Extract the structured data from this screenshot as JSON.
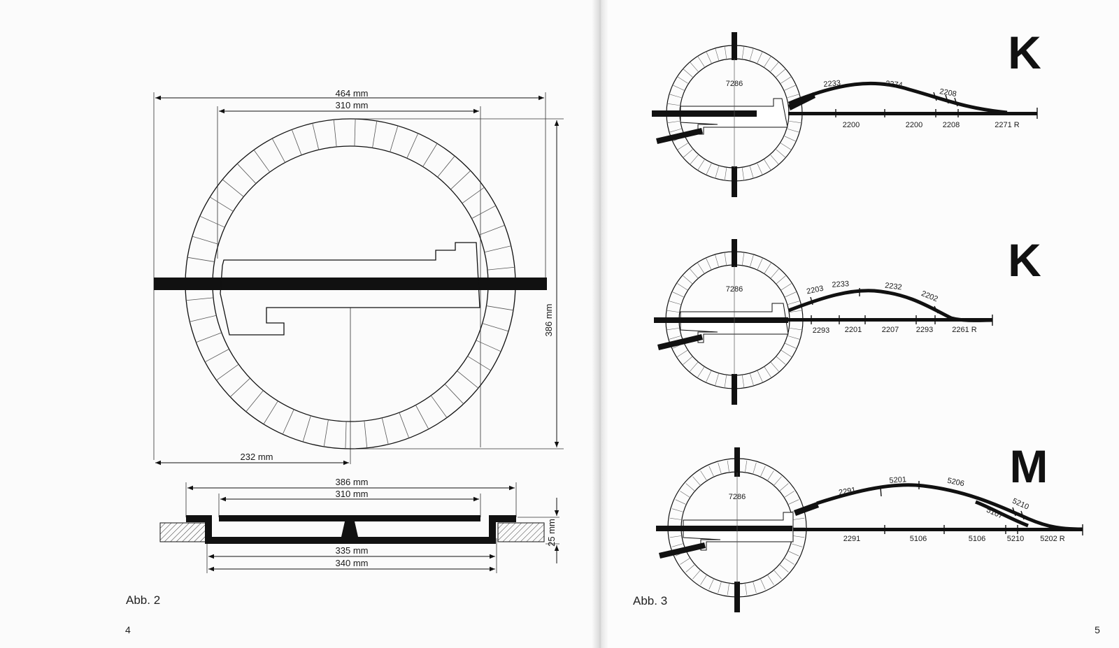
{
  "left_page": {
    "top_view": {
      "dim_overall": "464 mm",
      "dim_bridge": "310 mm",
      "dim_height": "386 mm",
      "dim_radius": "232 mm"
    },
    "side_view": {
      "dim_top_outer": "386 mm",
      "dim_top_inner": "310 mm",
      "dim_bottom_inner": "335 mm",
      "dim_bottom_outer": "340 mm",
      "dim_depth": "25 mm"
    },
    "caption": "Abb. 2",
    "page_number": "4"
  },
  "right_page": {
    "caption": "Abb. 3",
    "page_number": "5",
    "layouts": [
      {
        "letter": "K",
        "turntable": "7286",
        "upper_labels": [
          "2233",
          "2274",
          "2208"
        ],
        "lower_labels": [
          "2200",
          "2200",
          "2208",
          "2271 R"
        ]
      },
      {
        "letter": "K",
        "turntable": "7286",
        "upper_labels": [
          "2203",
          "2233",
          "2232",
          "2202"
        ],
        "lower_labels": [
          "2293",
          "2201",
          "2207",
          "2293",
          "2261 R"
        ]
      },
      {
        "letter": "M",
        "turntable": "7286",
        "upper_labels": [
          "2291",
          "5201",
          "5206",
          "5210",
          "5107"
        ],
        "lower_labels": [
          "2291",
          "5106",
          "5106",
          "5210",
          "5202 R"
        ]
      }
    ]
  }
}
